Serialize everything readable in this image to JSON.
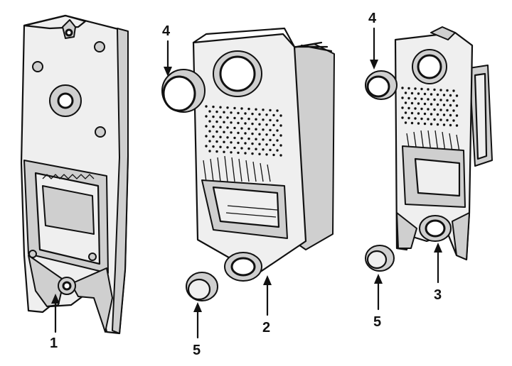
{
  "figure": {
    "callouts": [
      {
        "key": "c1",
        "text": "1"
      },
      {
        "key": "c2",
        "text": "2"
      },
      {
        "key": "c3",
        "text": "3"
      },
      {
        "key": "c4a",
        "text": "4"
      },
      {
        "key": "c4b",
        "text": "4"
      },
      {
        "key": "c5a",
        "text": "5"
      },
      {
        "key": "c5b",
        "text": "5"
      }
    ],
    "parts": [
      {
        "key": "end-section-front",
        "callout": "1"
      },
      {
        "key": "intermediate-section",
        "callout": "2"
      },
      {
        "key": "end-section-rear",
        "callout": "3"
      },
      {
        "key": "upper-push-nipple",
        "callout": "4"
      },
      {
        "key": "lower-push-nipple",
        "callout": "5"
      }
    ]
  }
}
